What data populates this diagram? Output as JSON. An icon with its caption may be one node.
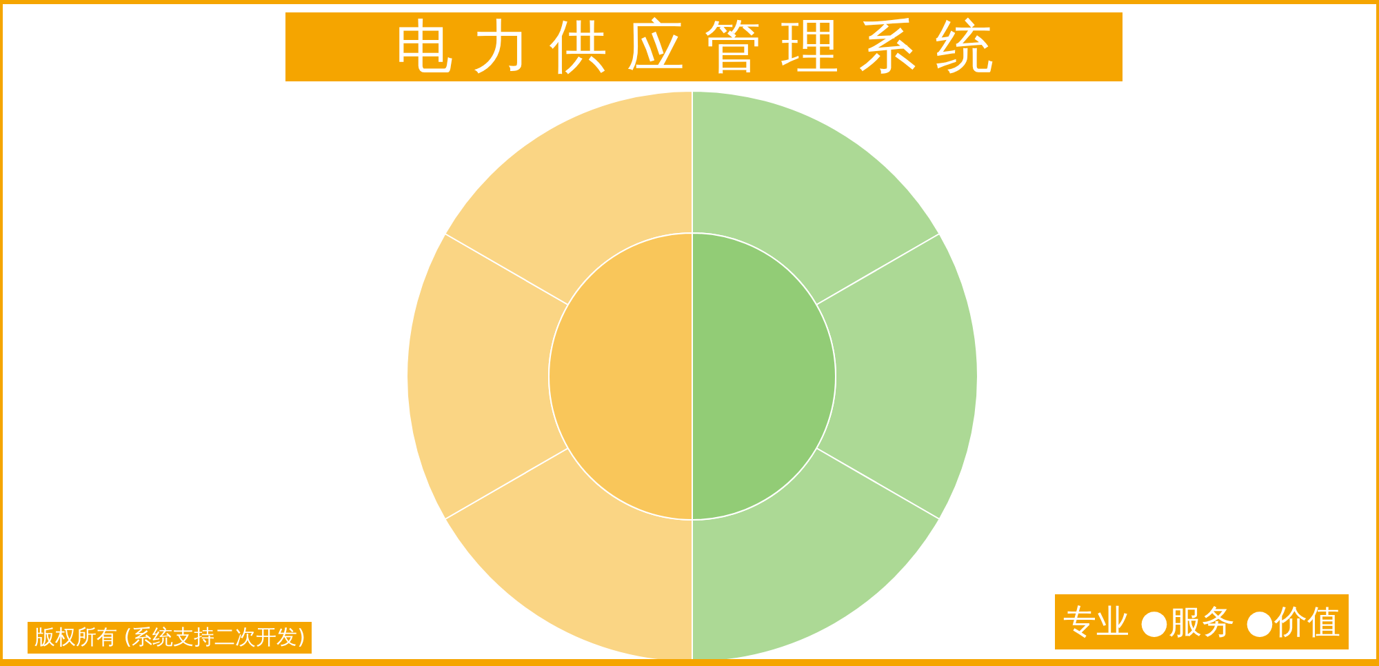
{
  "diagram": {
    "title": "电力供应管理系统",
    "labels": [
      "版权所有 (系统支持二次开发)",
      "专业 ●服务 ●价值"
    ]
  }
}
